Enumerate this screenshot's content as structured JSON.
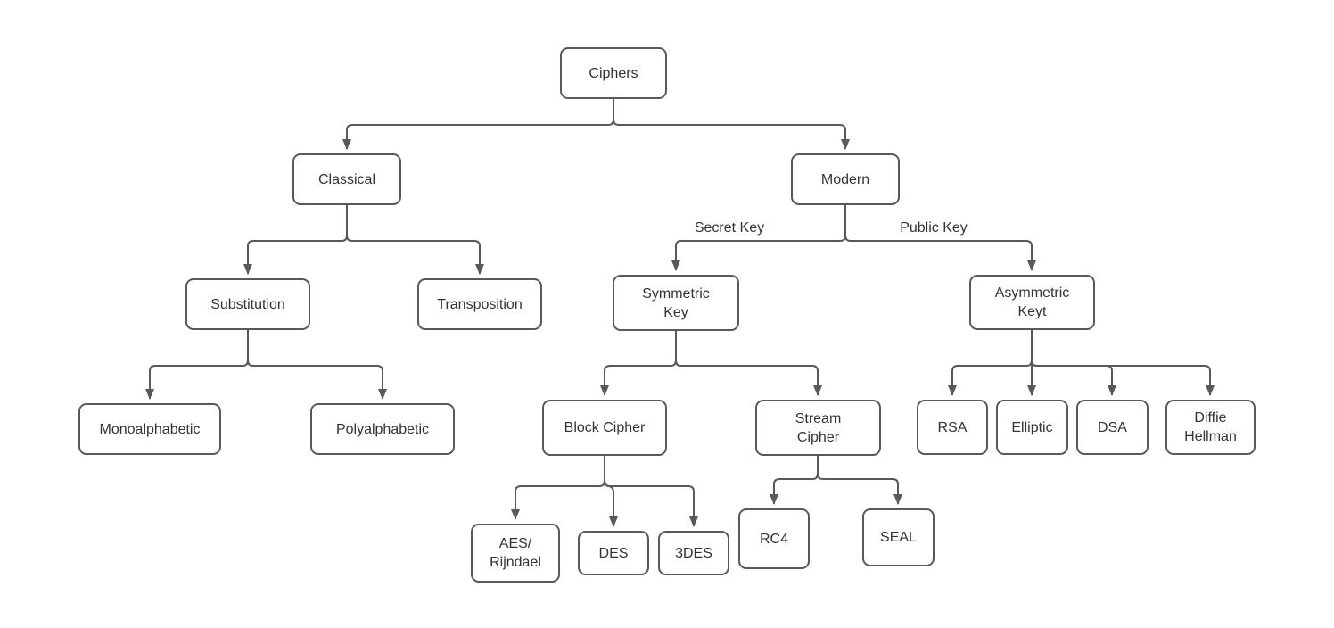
{
  "diagram": {
    "background_color": "#ffffff",
    "line_color": "#595959",
    "box_border_color": "#595959",
    "text_color": "#333333",
    "nodes": {
      "ciphers": "Ciphers",
      "classical": "Classical",
      "modern": "Modern",
      "substitution": "Substitution",
      "transposition": "Transposition",
      "symmetric_key": "Symmetric\nKey",
      "asymmetric_key": "Asymmetric\nKeyt",
      "monoalphabetic": "Monoalphabetic",
      "polyalphabetic": "Polyalphabetic",
      "block_cipher": "Block Cipher",
      "stream_cipher": "Stream\nCipher",
      "aes_rijndael": "AES/\nRijndael",
      "des": "DES",
      "triple_des": "3DES",
      "rc4": "RC4",
      "seal": "SEAL",
      "rsa": "RSA",
      "elliptic": "Elliptic",
      "dsa": "DSA",
      "diffie_hellman": "Diffie\nHellman"
    },
    "edge_labels": {
      "secret_key": "Secret Key",
      "public_key": "Public Key"
    }
  }
}
